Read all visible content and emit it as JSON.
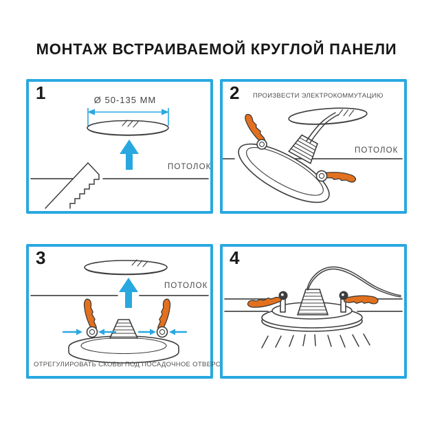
{
  "title": "МОНТАЖ ВСТРАИВАЕМОЙ КРУГЛОЙ ПАНЕЛИ",
  "colors": {
    "accent_blue": "#29A8E0",
    "clip_orange": "#E2711F",
    "line_dark": "#3D3D3D",
    "label_gray": "#4A4A4A"
  },
  "panels": [
    {
      "number": "1",
      "dimension_label": "Ø 50-135 ММ",
      "ceiling_label": "ПОТОЛОК"
    },
    {
      "number": "2",
      "caption": "ПРОИЗВЕСТИ ЭЛЕКТРОКОММУТАЦИЮ",
      "ceiling_label": "ПОТОЛОК"
    },
    {
      "number": "3",
      "caption": "ОТРЕГУЛИРОВАТЬ СКОБЫ ПОД ПОСАДОЧНОЕ ОТВЕРСТИЕ",
      "ceiling_label": "ПОТОЛОК"
    },
    {
      "number": "4"
    }
  ]
}
